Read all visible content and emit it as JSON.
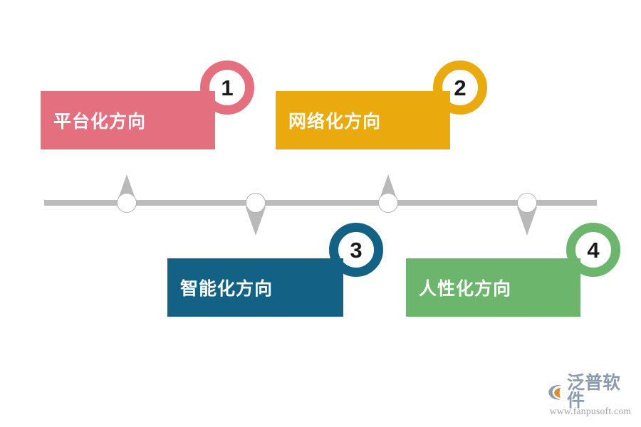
{
  "diagram": {
    "type": "timeline-four-direction",
    "axis": {
      "name": "horizontal-timeline",
      "color": "#bbbbbb",
      "node_count": 4
    },
    "steps": [
      {
        "number": "1",
        "label": "平台化方向",
        "color": "#e4707f",
        "position": "above",
        "node_index": 1
      },
      {
        "number": "2",
        "label": "网络化方向",
        "color": "#eaa90d",
        "position": "above",
        "node_index": 3
      },
      {
        "number": "3",
        "label": "智能化方向",
        "color": "#136286",
        "position": "below",
        "node_index": 2
      },
      {
        "number": "4",
        "label": "人性化方向",
        "color": "#6cb56c",
        "position": "below",
        "node_index": 4
      }
    ]
  },
  "watermark": {
    "brand": "泛普软件",
    "url": "www.fanpusoft.com",
    "mark_color": "#8d9bb0",
    "accent_color": "#e08a2e"
  }
}
